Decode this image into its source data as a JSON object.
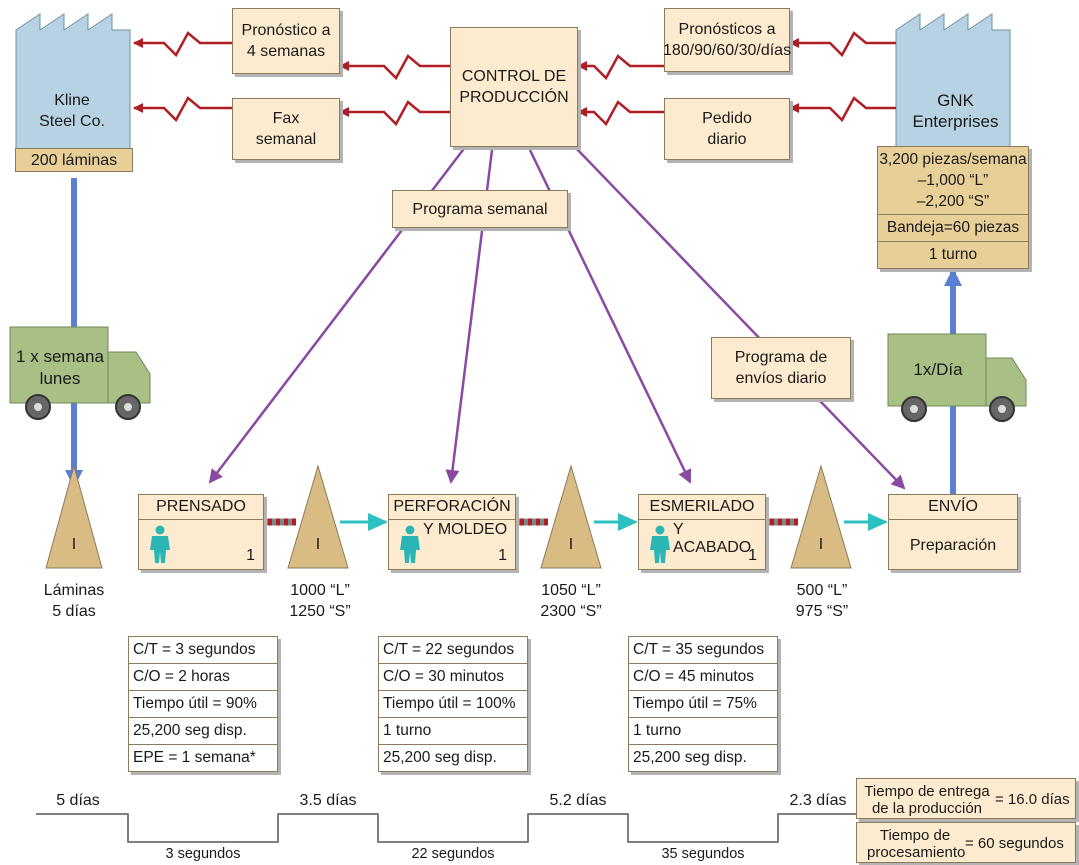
{
  "suppliers": {
    "kline": {
      "name_line1": "Kline",
      "name_line2": "Steel Co.",
      "quantity": "200 láminas"
    },
    "gnk": {
      "name_line1": "GNK",
      "name_line2": "Enterprises"
    }
  },
  "info_boxes": {
    "forecast_4w_line1": "Pronóstico a",
    "forecast_4w_line2": "4 semanas",
    "fax_line1": "Fax",
    "fax_line2": "semanal",
    "control_line1": "CONTROL DE",
    "control_line2": "PRODUCCIÓN",
    "forecasts_line1": "Pronósticos a",
    "forecasts_line2": "180/90/60/30/días",
    "daily_order_line1": "Pedido",
    "daily_order_line2": "diario",
    "weekly_schedule": "Programa semanal",
    "daily_shipping_line1": "Programa de",
    "daily_shipping_line2": "envíos diario"
  },
  "customer_reqs": {
    "line1": "3,200 piezas/semana",
    "line2": "–1,000 “L”",
    "line3": "–2,200 “S”",
    "tray": "Bandeja=60 piezas",
    "shift": "1 turno"
  },
  "trucks": {
    "inbound_line1": "1 x semana",
    "inbound_line2": "lunes",
    "outbound": "1x/Día"
  },
  "processes": [
    {
      "title_line1": "PRENSADO",
      "title_line2": "",
      "operators": "1"
    },
    {
      "title_line1": "PERFORACIÓN",
      "title_line2": "Y MOLDEO",
      "operators": "1"
    },
    {
      "title_line1": "ESMERILADO",
      "title_line2": "Y ACABADO",
      "operators": "1"
    },
    {
      "title_line1": "ENVÍO",
      "title_line2": "",
      "body": "Preparación"
    }
  ],
  "inventories": [
    {
      "symbol": "I",
      "line1": "Láminas",
      "line2": "5 días"
    },
    {
      "symbol": "I",
      "line1": "1000 “L”",
      "line2": "1250 “S”"
    },
    {
      "symbol": "I",
      "line1": "1050 “L”",
      "line2": "2300 “S”"
    },
    {
      "symbol": "I",
      "line1": "500 “L”",
      "line2": "975 “S”"
    }
  ],
  "data_boxes": [
    [
      "C/T = 3 segundos",
      "C/O = 2 horas",
      "Tiempo útil = 90%",
      "25,200 seg disp.",
      "EPE = 1 semana*"
    ],
    [
      "C/T = 22 segundos",
      "C/O = 30 minutos",
      "Tiempo útil = 100%",
      "1 turno",
      "25,200 seg disp."
    ],
    [
      "C/T = 35 segundos",
      "C/O = 45 minutos",
      "Tiempo útil = 75%",
      "1 turno",
      "25,200 seg disp."
    ]
  ],
  "timeline": {
    "wait": [
      "5 días",
      "3.5 días",
      "5.2 días",
      "2.3 días"
    ],
    "process": [
      "3 segundos",
      "22 segundos",
      "35 segundos"
    ]
  },
  "summary": {
    "lead_label_line1": "Tiempo de entrega",
    "lead_label_line2": "de la producción",
    "lead_value": "= 16.0 días",
    "proc_label_line1": "Tiempo de",
    "proc_label_line2": "procesamiento",
    "proc_value": "= 60 segundos"
  },
  "colors": {
    "factory": "#b7d3e3",
    "box_fill": "#fdebcf",
    "tan_fill": "#e8cf98",
    "triangle": "#d9bb84",
    "truck": "#a8bf85",
    "info_arrow": "#b01e25",
    "schedule_arrow": "#8a4aa2",
    "ship_arrow": "#5b7fd1",
    "push_arrow": "#2dc0c0",
    "operator": "#2bb5b5"
  }
}
